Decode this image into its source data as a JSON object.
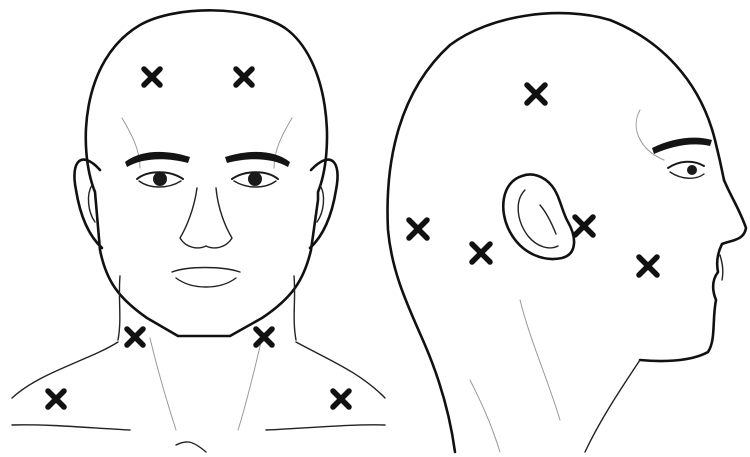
{
  "figure": {
    "views": [
      {
        "name": "front",
        "markers": [
          {
            "name": "crown-left"
          },
          {
            "name": "crown-right"
          },
          {
            "name": "neck-left"
          },
          {
            "name": "neck-right"
          },
          {
            "name": "shoulder-left"
          },
          {
            "name": "shoulder-right"
          }
        ]
      },
      {
        "name": "side",
        "markers": [
          {
            "name": "parietal"
          },
          {
            "name": "occipital"
          },
          {
            "name": "mastoid"
          },
          {
            "name": "preauricular"
          },
          {
            "name": "cheek"
          }
        ]
      }
    ]
  },
  "colors": {
    "line": "#111111",
    "marker": "#111111",
    "background": "#ffffff"
  }
}
